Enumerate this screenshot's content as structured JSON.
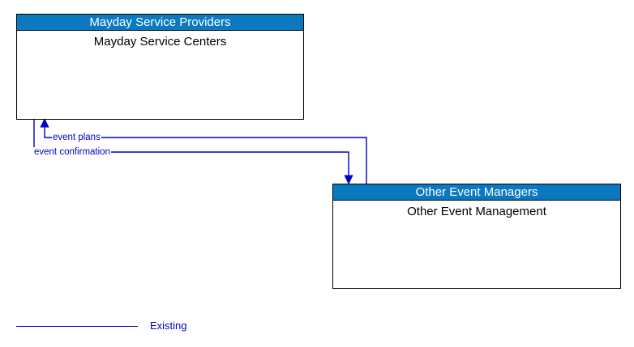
{
  "diagram": {
    "type": "context-flow-diagram",
    "colors": {
      "header_blue": "#0B79C0",
      "header_text": "#FFFFFF",
      "box_border": "#000000",
      "box_title_text": "#000000",
      "flow_blue": "#0000C8",
      "background": "#FFFFFF"
    },
    "boxes": [
      {
        "id": "mayday-service-centers",
        "header": "Mayday Service Providers",
        "title": "Mayday Service Centers"
      },
      {
        "id": "other-event-management",
        "header": "Other Event Managers",
        "title": "Other Event Management"
      }
    ],
    "flows": [
      {
        "id": "event-plans",
        "label": "event plans",
        "from": "other-event-management",
        "to": "mayday-service-centers",
        "style": "Existing"
      },
      {
        "id": "event-confirmation",
        "label": "event confirmation",
        "from": "mayday-service-centers",
        "to": "other-event-management",
        "style": "Existing"
      }
    ],
    "legend": {
      "items": [
        {
          "id": "existing",
          "label": "Existing",
          "line_color": "#0000C8"
        }
      ]
    }
  }
}
